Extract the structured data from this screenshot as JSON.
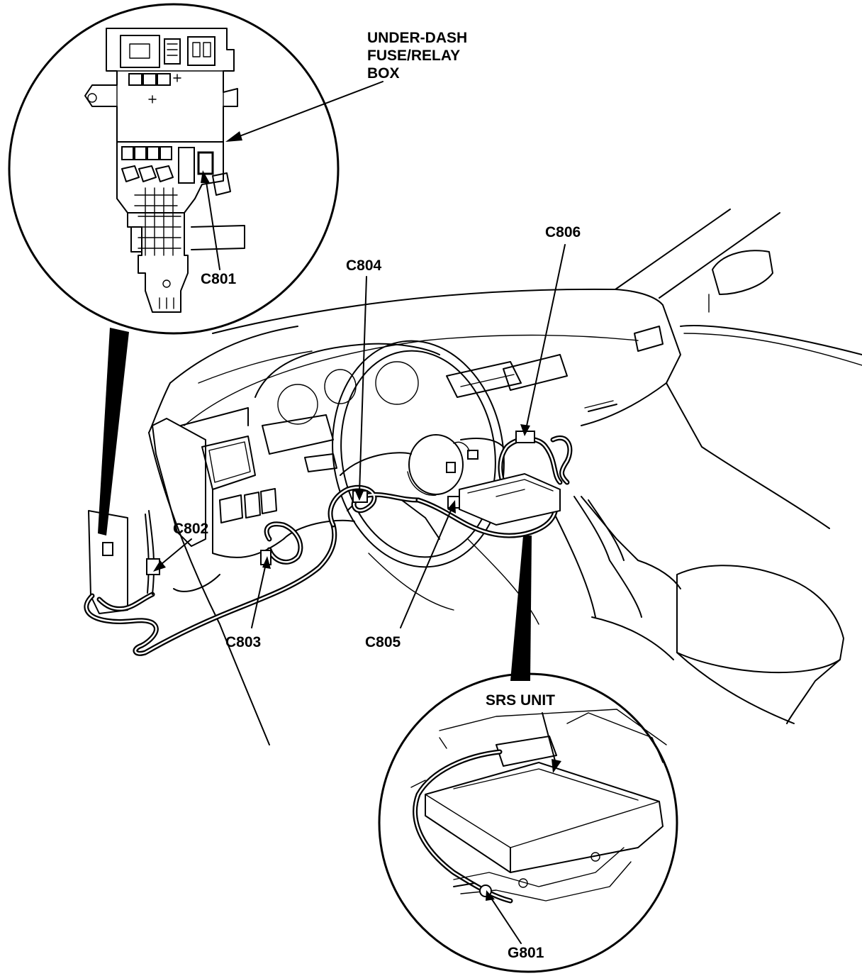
{
  "labels": {
    "fuse_box_line1": "UNDER-DASH",
    "fuse_box_line2": "FUSE/RELAY",
    "fuse_box_line3": "BOX",
    "c801": "C801",
    "c802": "C802",
    "c803": "C803",
    "c804": "C804",
    "c805": "C805",
    "c806": "C806",
    "srs_unit": "SRS UNIT",
    "g801": "G801"
  }
}
